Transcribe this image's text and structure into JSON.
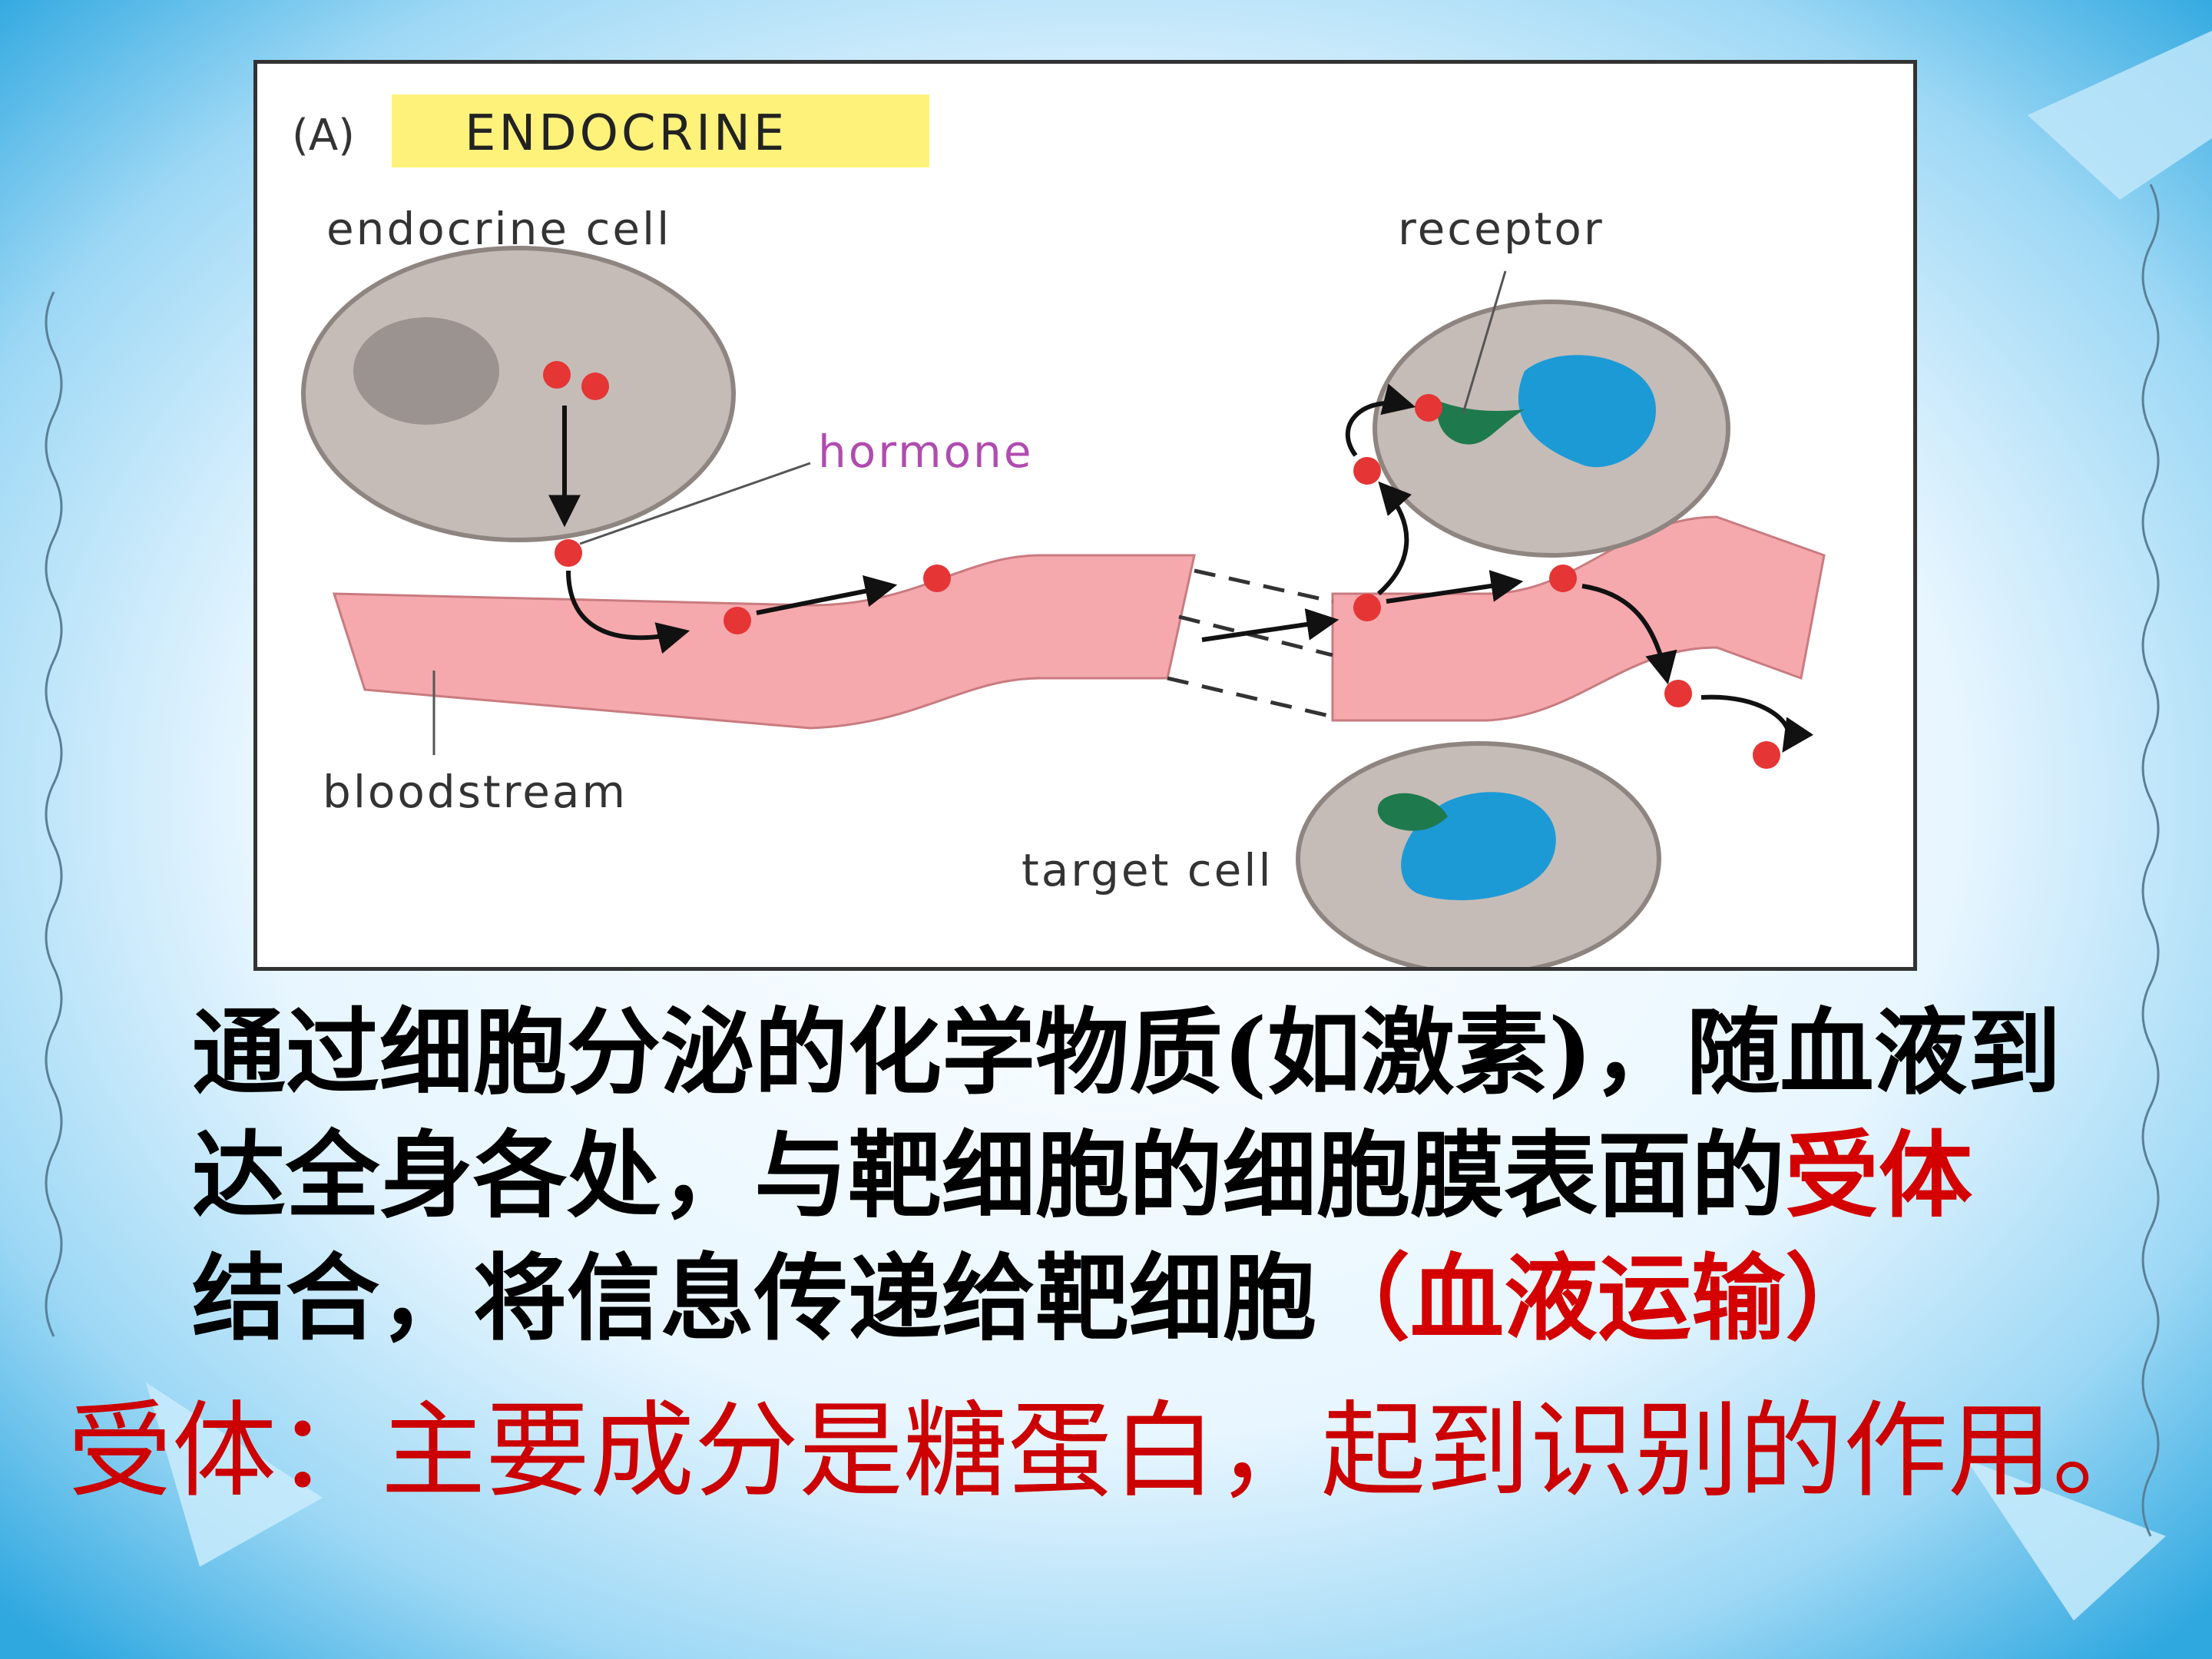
{
  "colors": {
    "sky_light": "#e8f6ff",
    "sky_mid": "#9dd8f5",
    "sky_dark": "#2fa8e0",
    "cell_fill": "#c6bcb7",
    "cell_stroke": "#8f8580",
    "nucleus_endocrine": "#9b9390",
    "nucleus_target": "#1c9ad6",
    "bloodstream": "#f6a9ad",
    "hormone": "#e53535",
    "receptor": "#1e7a4c",
    "label_highlight": "#fff27a",
    "hormone_label": "#b04cb0",
    "emphasis_red": "#d40000"
  },
  "diagram": {
    "panel_letter": "(A)",
    "panel_title": "ENDOCRINE",
    "labels": {
      "endocrine_cell": "endocrine cell",
      "receptor": "receptor",
      "hormone": "hormone",
      "bloodstream": "bloodstream",
      "target_cell": "target cell"
    }
  },
  "description": {
    "line1": "通过细胞分泌的化学物质(如激素)，随血液到",
    "line2_a": "达全身各处，与靶细胞的细胞膜表面的",
    "line2_b": "受体",
    "line3_a": "结合，将信息传递给靶细胞",
    "line3_b": "（血液运输）"
  },
  "summary": "受体：主要成分是糖蛋白，起到识别的作用。"
}
